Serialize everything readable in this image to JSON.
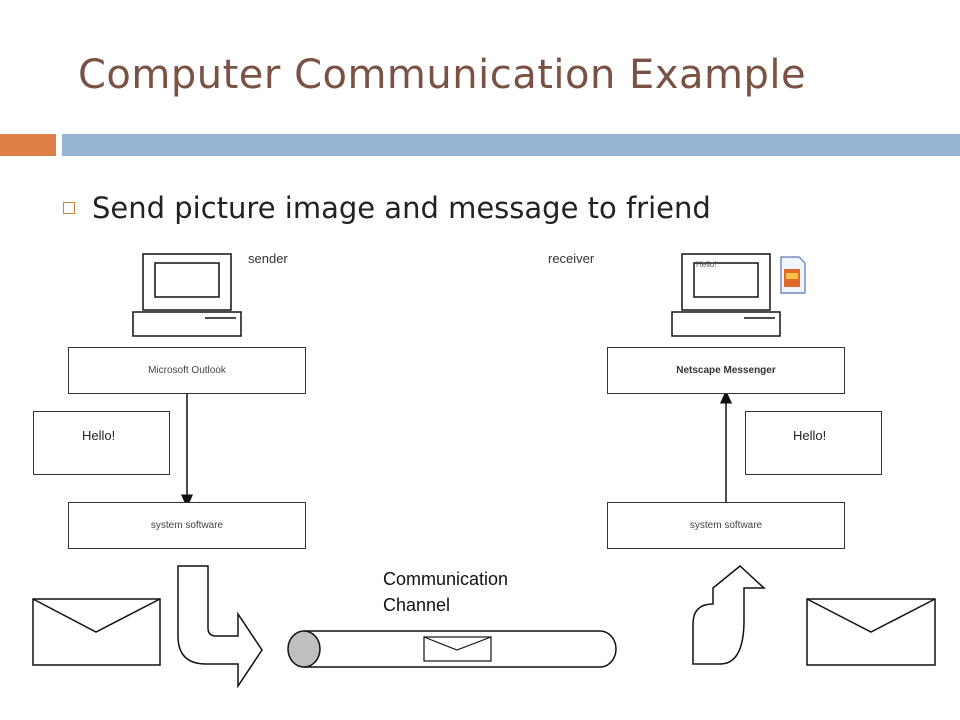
{
  "slide": {
    "title": "Computer Communication Example",
    "bullet": "Send picture image and message to friend"
  },
  "diagram": {
    "sender_label": "sender",
    "receiver_label": "receiver",
    "sender_app": "Microsoft Outlook",
    "receiver_app": "Netscape Messenger",
    "sender_system": "system software",
    "receiver_system": "system software",
    "sender_message": "Hello!",
    "receiver_message": "Hello!",
    "screen_message": "Hello!",
    "channel_label_line1": "Communication",
    "channel_label_line2": "Channel"
  },
  "colors": {
    "title": "#7a5244",
    "accent_orange": "#dd8048",
    "accent_blue": "#98b4d4"
  },
  "icons": [
    "computer-icon",
    "image-file-icon",
    "envelope-icon",
    "curved-arrow-icon",
    "pipe-icon"
  ]
}
